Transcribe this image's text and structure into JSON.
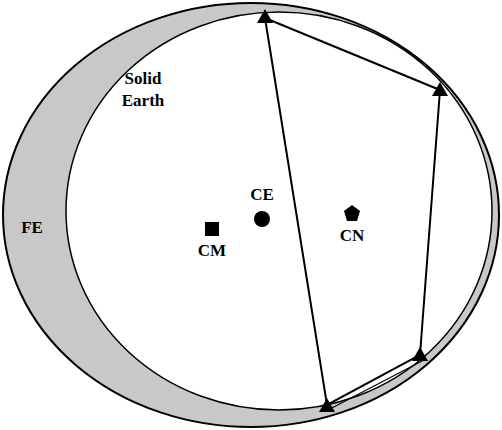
{
  "diagram": {
    "labels": [
      "Solid Earth",
      "FE",
      "CE",
      "CM",
      "CN"
    ]
  }
}
